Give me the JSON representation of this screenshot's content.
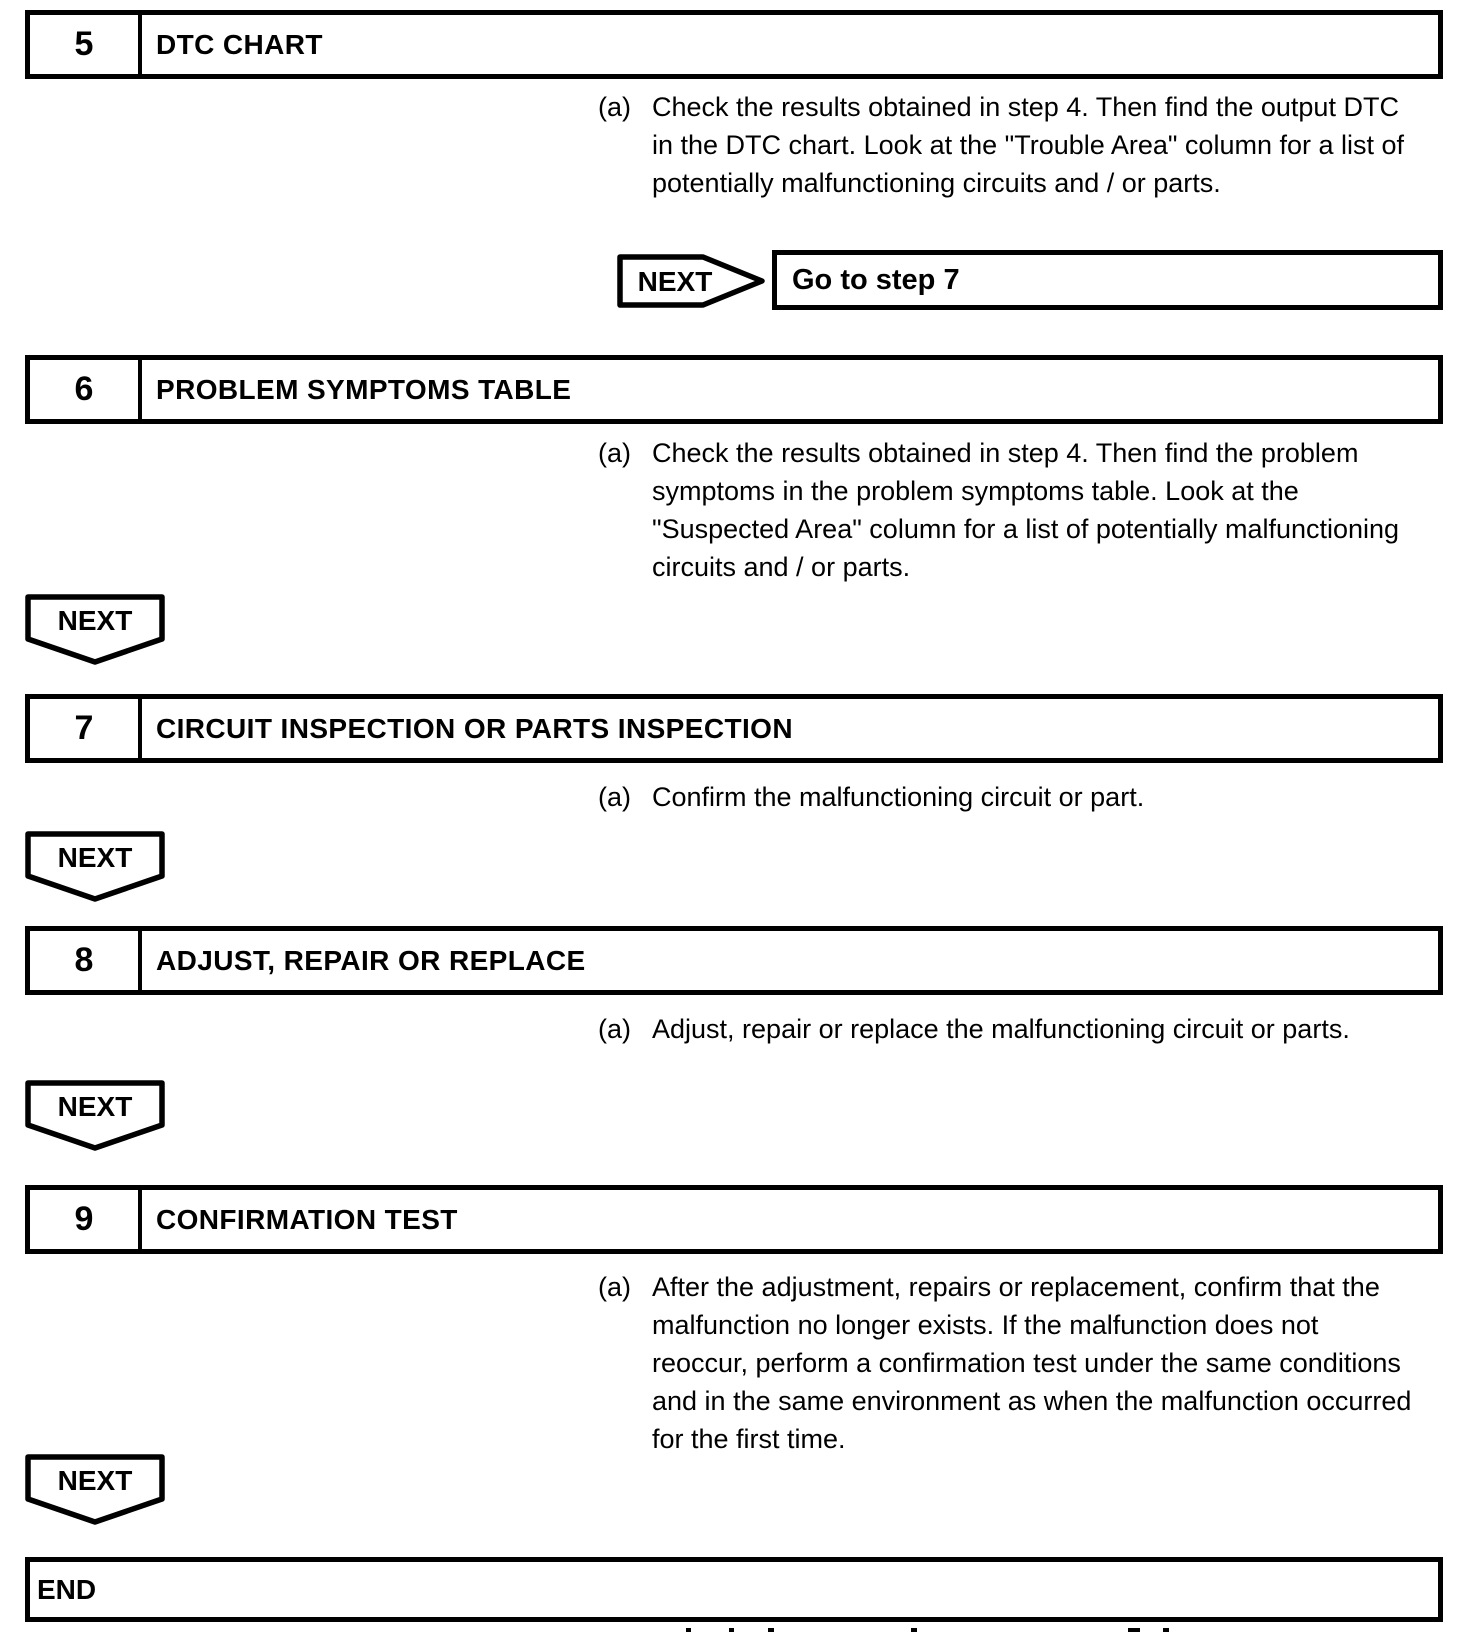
{
  "page": {
    "background_color": "#ffffff",
    "ink_color": "#000000"
  },
  "steps": [
    {
      "number": "5",
      "title": "DTC CHART",
      "item_label": "(a)",
      "description": "Check the results obtained in step 4. Then find the output DTC in the DTC chart. Look at the \"Trouble Area\" column for a list of potentially malfunctioning circuits and / or parts.",
      "next": {
        "type": "arrow-right-goto",
        "label": "NEXT",
        "target": "Go to step 7"
      }
    },
    {
      "number": "6",
      "title": "PROBLEM SYMPTOMS TABLE",
      "item_label": "(a)",
      "description": "Check the results obtained in step 4. Then find the problem symptoms in the problem symptoms table. Look at the \"Suspected Area\" column for a list of potentially malfunctioning circuits and / or parts.",
      "next": {
        "type": "arrow-down",
        "label": "NEXT"
      }
    },
    {
      "number": "7",
      "title": "CIRCUIT INSPECTION OR PARTS INSPECTION",
      "item_label": "(a)",
      "description": "Confirm the malfunctioning circuit or part.",
      "next": {
        "type": "arrow-down",
        "label": "NEXT"
      }
    },
    {
      "number": "8",
      "title": "ADJUST, REPAIR OR REPLACE",
      "item_label": "(a)",
      "description": "Adjust, repair or replace the malfunctioning circuit or parts.",
      "next": {
        "type": "arrow-down",
        "label": "NEXT"
      }
    },
    {
      "number": "9",
      "title": "CONFIRMATION TEST",
      "item_label": "(a)",
      "description": "After the adjustment, repairs or replacement, confirm that the malfunction no longer exists. If the malfunction does not reoccur, perform a confirmation test under the same conditions and in the same environment as when the malfunction occurred for the first time.",
      "next": {
        "type": "arrow-down",
        "label": "NEXT"
      }
    }
  ],
  "end_box": {
    "label": "END"
  }
}
